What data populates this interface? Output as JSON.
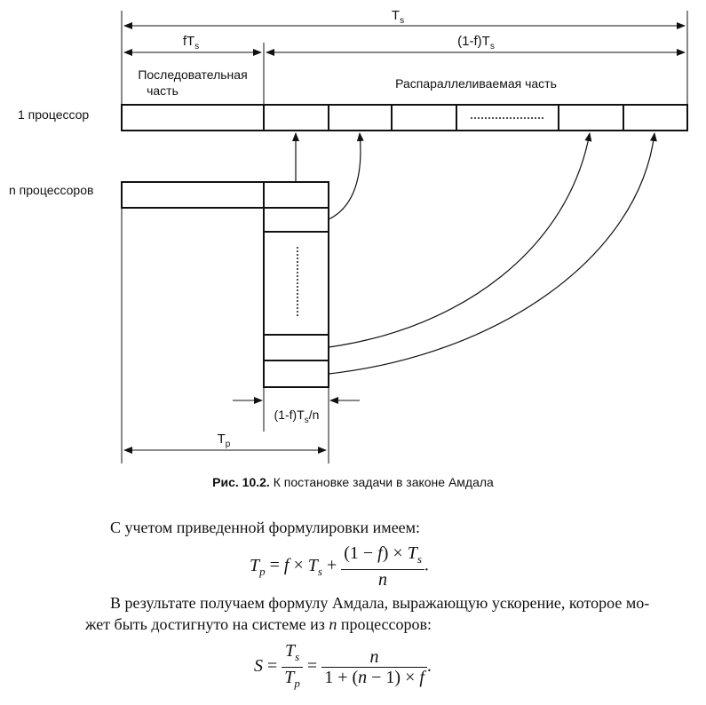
{
  "diagram": {
    "ts_label": "T",
    "ts_sub": "s",
    "fts_label": "fT",
    "fts_sub": "s",
    "onefts_label": "(1-f)T",
    "onefts_sub": "s",
    "sequential_line1": "Последовательная",
    "sequential_line2": "часть",
    "parallel_label": "Распараллеливаемая часть",
    "one_processor": "1 процессор",
    "n_processors": "n процессоров",
    "slice_label": "(1-f)T",
    "slice_sub": "s",
    "slice_suffix": "/n",
    "tp_label": "T",
    "tp_sub": "p"
  },
  "caption": {
    "prefix": "Рис. 10.2.",
    "text": "К постановке задачи в законе Амдала"
  },
  "text": {
    "p1": "С учетом приведенной формулировки имеем:",
    "p2_a": "В результате получаем формулу Амдала, выражающую ускорение, которое мо-",
    "p2_b_pre": "жет быть достигнуто на системе из ",
    "p2_b_var": "n",
    "p2_b_post": " процессоров:"
  }
}
